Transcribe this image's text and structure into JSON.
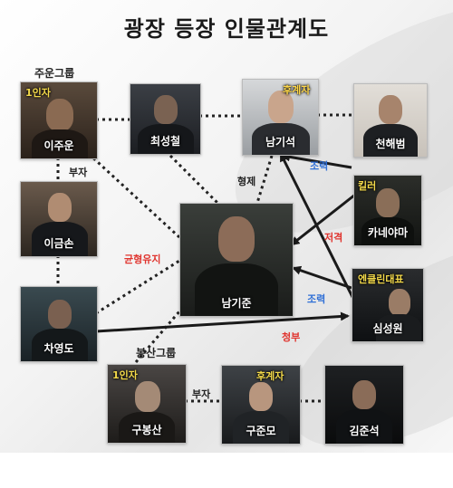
{
  "title": "광장 등장 인물관계도",
  "groups": {
    "juun": "주운그룹",
    "bongsan": "봉산그룹"
  },
  "colors": {
    "dotted": "#222222",
    "arrow": "#1a1a1a",
    "red": "#e0332d",
    "blue": "#2f6fd6",
    "dark": "#222222",
    "role": "#f3d94a"
  },
  "people": {
    "lee_juun": {
      "name": "이주운",
      "role": "1인자"
    },
    "choi_seongcheol": {
      "name": "최성철"
    },
    "nam_giseok": {
      "name": "남기석",
      "role": "후계자"
    },
    "cheon_haebeom": {
      "name": "천해범"
    },
    "lee_geumson": {
      "name": "이금손"
    },
    "kaneyama": {
      "name": "카네야마",
      "role": "킬러"
    },
    "nam_gijun": {
      "name": "남기준"
    },
    "cha_yeongdo": {
      "name": "차영도"
    },
    "sim_seongwon": {
      "name": "심성원",
      "role": "엔클린대표"
    },
    "gu_bongsan": {
      "name": "구봉산",
      "role": "1인자"
    },
    "gu_junmo": {
      "name": "구준모",
      "role": "후계자"
    },
    "kim_junseok": {
      "name": "김준석"
    }
  },
  "relations": {
    "father_son_top": "부자",
    "brothers": "형제",
    "help_top": "조력",
    "attack": "저격",
    "balance": "균형유지",
    "help_bottom": "조력",
    "request": "청부",
    "father_son_bottom": "부자"
  }
}
